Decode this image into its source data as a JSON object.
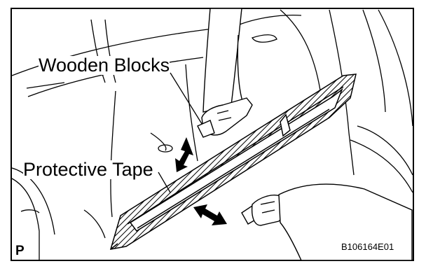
{
  "labels": {
    "wooden_blocks": "Wooden Blocks",
    "protective_tape": "Protective Tape",
    "corner_mark": "P",
    "figure_code": "B106164E01"
  },
  "colors": {
    "line": "#000000",
    "background": "#ffffff"
  }
}
